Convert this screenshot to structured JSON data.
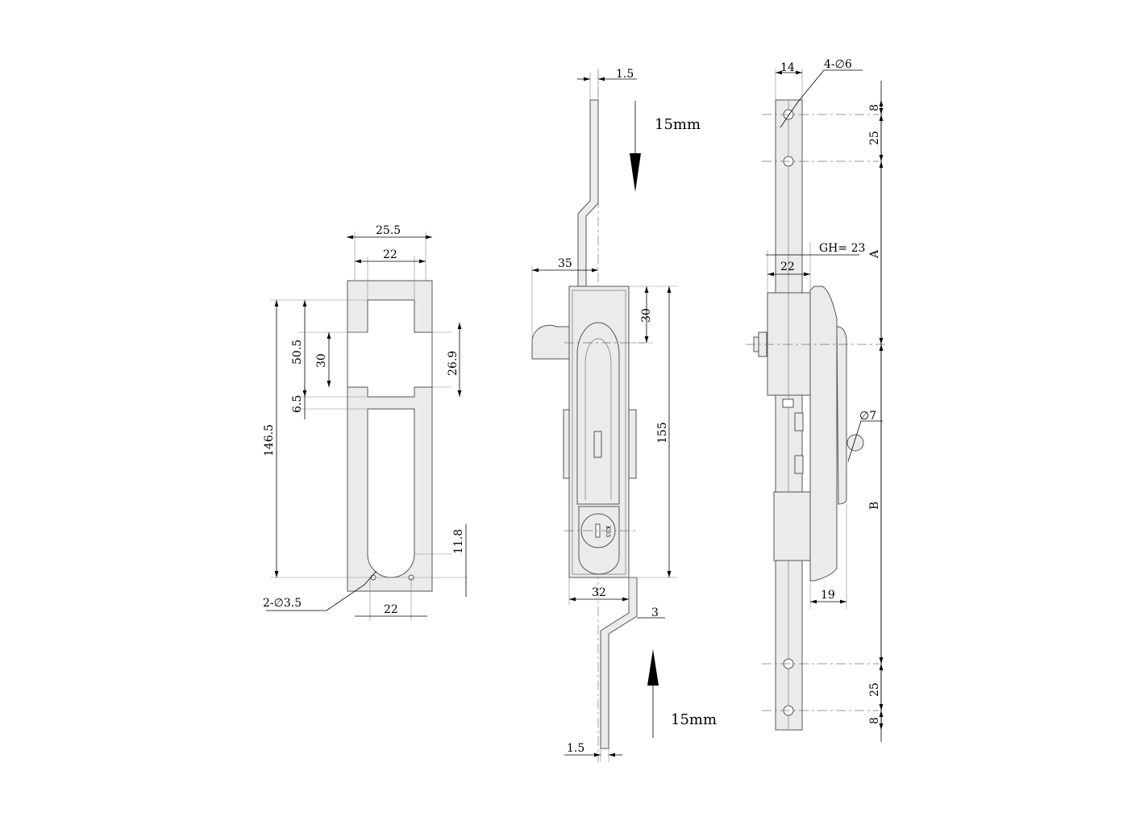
{
  "drawing": {
    "cutout_view": {
      "width_outer": "25.5",
      "width_inner": "22",
      "height_upper": "50.5",
      "height_slot": "30",
      "height_side": "26.9",
      "gap": "6.5",
      "height_total": "146.5",
      "bottom_offset": "11.8",
      "holes": "2-∅3.5",
      "hole_spacing": "22"
    },
    "front_view": {
      "rod_top_thickness": "1.5",
      "stroke_top": "15mm",
      "handle_projection": "35",
      "handle_offset": "30",
      "body_height": "155",
      "body_width": "32",
      "rod_offset": "3",
      "stroke_bottom": "15mm",
      "rod_bottom_thickness": "1.5",
      "key_code": "K03"
    },
    "side_view": {
      "rod_width": "14",
      "holes": "4-∅6",
      "top_end": "8",
      "top_spacing": "25",
      "gh": "GH= 23",
      "length_a": "A",
      "bracket_depth": "22",
      "pin_diameter": "∅7",
      "length_b": "B",
      "handle_depth": "19",
      "bottom_spacing": "25",
      "bottom_end": "8"
    }
  }
}
